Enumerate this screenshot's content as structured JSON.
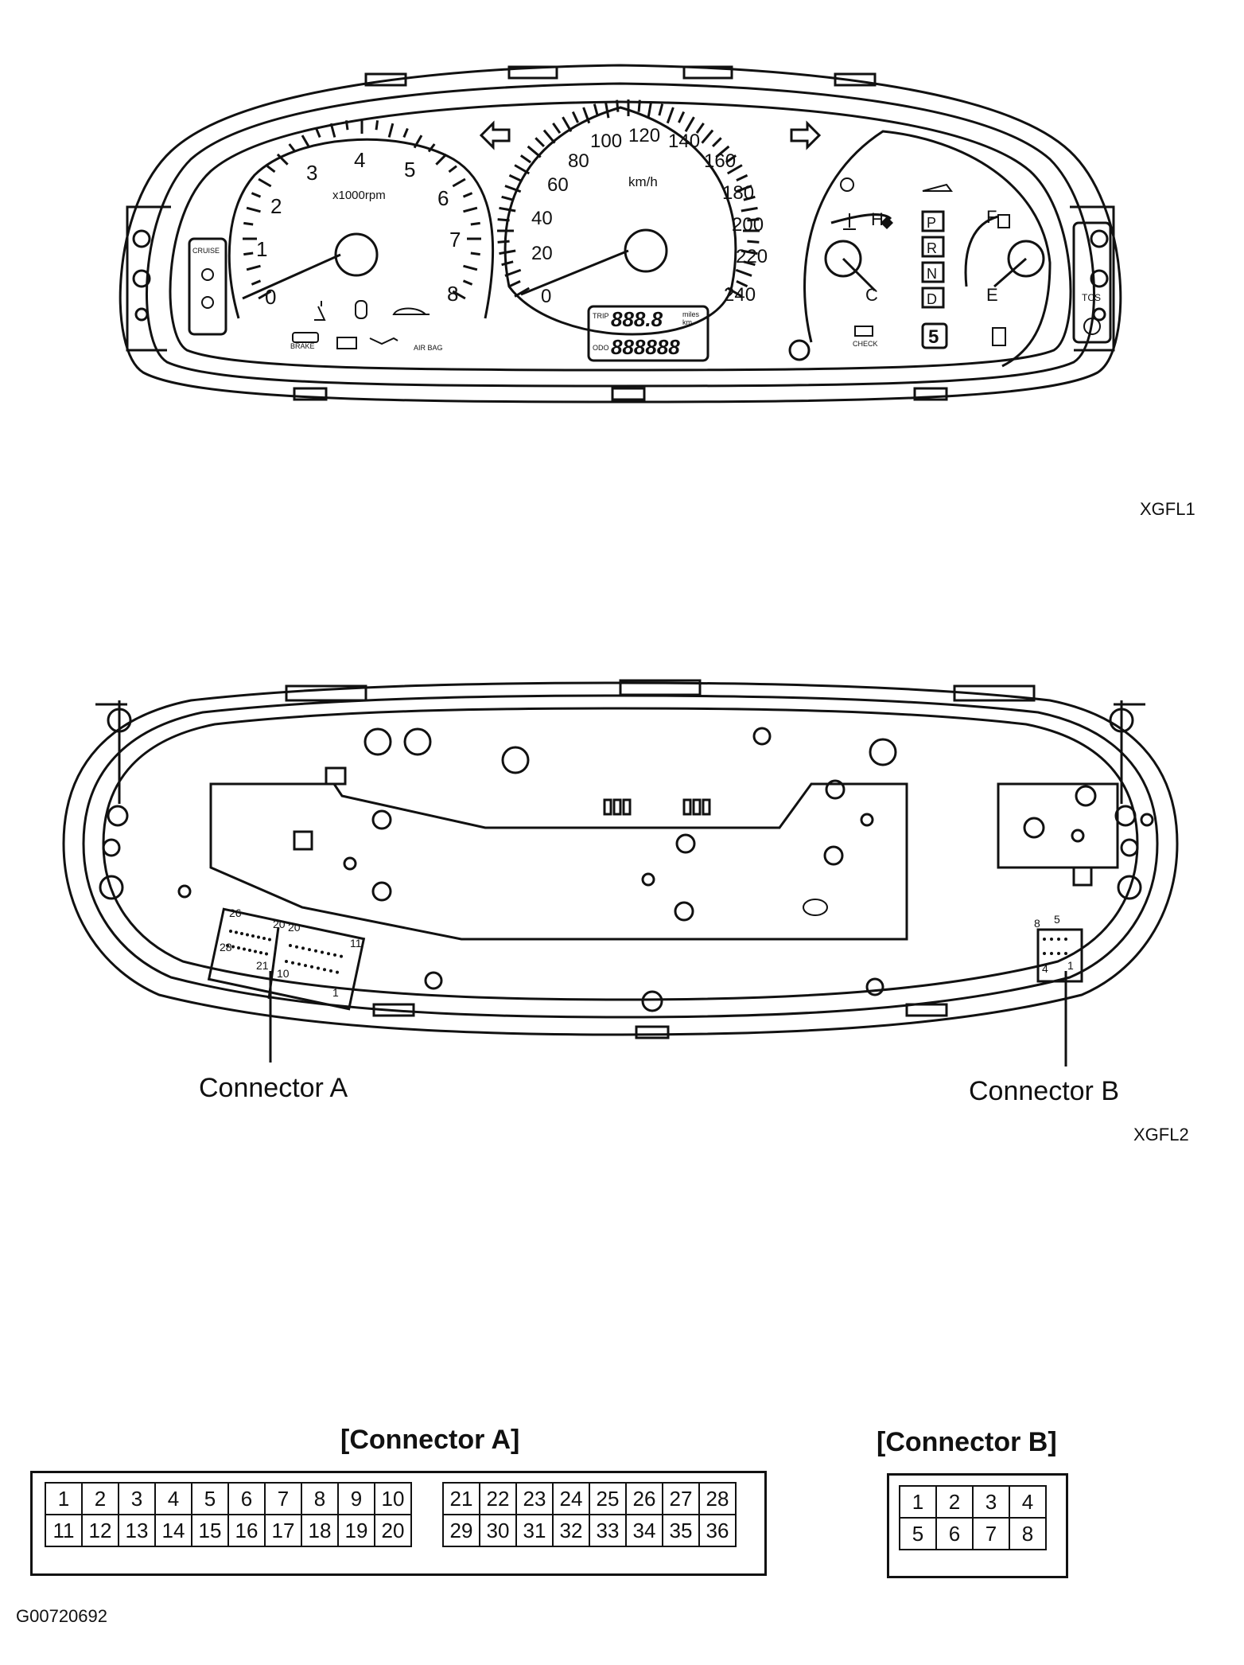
{
  "cluster": {
    "tach": {
      "ticks": [
        "0",
        "1",
        "2",
        "3",
        "4",
        "5",
        "6",
        "7",
        "8"
      ],
      "unit": "x1000rpm"
    },
    "speedo": {
      "ticks": [
        "0",
        "20",
        "40",
        "60",
        "80",
        "100",
        "120",
        "140",
        "160",
        "180",
        "200",
        "220",
        "240"
      ],
      "unit": "km/h"
    },
    "cruise_label": "CRUISE",
    "tcs_label": "TCS",
    "brake_label": "BRAKE",
    "airbag_label": "AIR BAG",
    "check_label": "CHECK",
    "trip_label": "TRIP",
    "odo_label": "ODO",
    "trip_display": "888.8",
    "miles_label": "miles",
    "km_label": "km",
    "odo_display": "888888",
    "temp_hot": "H",
    "temp_cold": "C",
    "fuel_full": "F",
    "fuel_empty": "E",
    "gears": [
      "P",
      "R",
      "N",
      "D"
    ],
    "gear_5": "5",
    "figure_code": "XGFL1"
  },
  "back": {
    "pin_numbers": [
      "26",
      "20",
      "20",
      "11",
      "28",
      "21",
      "10",
      "1",
      "8",
      "5",
      "4",
      "1"
    ],
    "connector_a_label": "Connector A",
    "connector_b_label": "Connector B",
    "figure_code": "XGFL2"
  },
  "pinouts": {
    "connector_a_title": "[Connector A]",
    "connector_b_title": "[Connector B]",
    "a_left_top": [
      "1",
      "2",
      "3",
      "4",
      "5",
      "6",
      "7",
      "8",
      "9",
      "10"
    ],
    "a_left_bottom": [
      "11",
      "12",
      "13",
      "14",
      "15",
      "16",
      "17",
      "18",
      "19",
      "20"
    ],
    "a_right_top": [
      "21",
      "22",
      "23",
      "24",
      "25",
      "26",
      "27",
      "28"
    ],
    "a_right_bottom": [
      "29",
      "30",
      "31",
      "32",
      "33",
      "34",
      "35",
      "36"
    ],
    "b_top": [
      "1",
      "2",
      "3",
      "4"
    ],
    "b_bottom": [
      "5",
      "6",
      "7",
      "8"
    ]
  },
  "document_code": "G00720692"
}
